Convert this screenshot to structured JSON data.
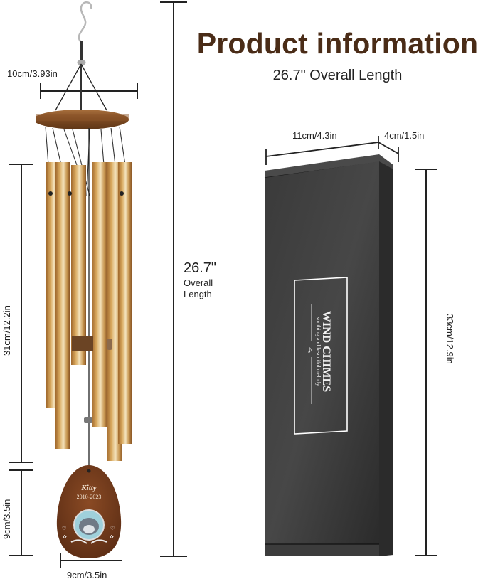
{
  "header": {
    "title": "Product information",
    "subtitle": "26.7\" Overall Length"
  },
  "chime": {
    "top_width_label": "10cm/3.93in",
    "tube_length_label": "31cm/12.2in",
    "plaque_height_label": "9cm/3.5in",
    "plaque_width_label": "9cm/3.5in",
    "overall_value": "26.7\"",
    "overall_line1": "Overall",
    "overall_line2": "Length",
    "plaque": {
      "name": "Kitty",
      "years": "2010-2023"
    }
  },
  "box": {
    "width_label": "11cm/4.3in",
    "depth_label": "4cm/1.5in",
    "height_label": "33cm/12.9in",
    "brand_text": "WIND CHIMES",
    "tagline": "soothing and beautiful melody"
  },
  "colors": {
    "title_brown": "#4a2c17",
    "wood": "#7a4a26",
    "gold": "#d8b57a",
    "box_dark": "#2e2e2e"
  }
}
